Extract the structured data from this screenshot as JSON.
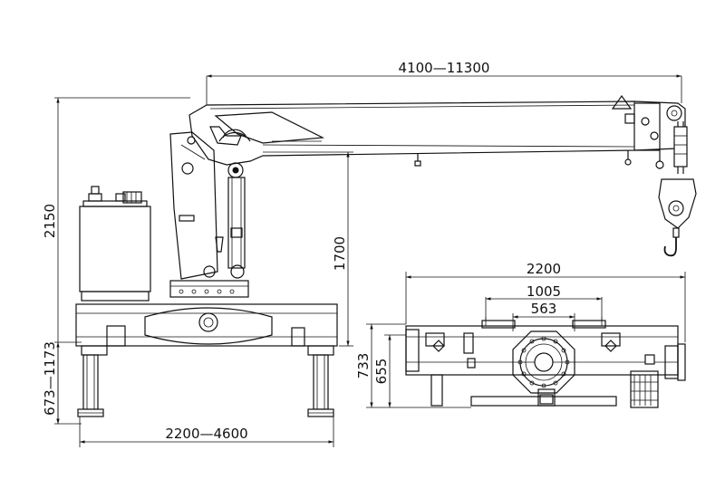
{
  "dimensions": {
    "boom_reach": "4100—11300",
    "overall_height": "2150",
    "column_height": "1700",
    "outrigger_height": "673—1173",
    "outrigger_span": "2200—4600",
    "base_length": "2200",
    "mount_spacing_outer": "1005",
    "mount_spacing_inner": "563",
    "base_height": "733",
    "frame_height": "655"
  },
  "colors": {
    "line": "#111111",
    "background": "#ffffff"
  }
}
